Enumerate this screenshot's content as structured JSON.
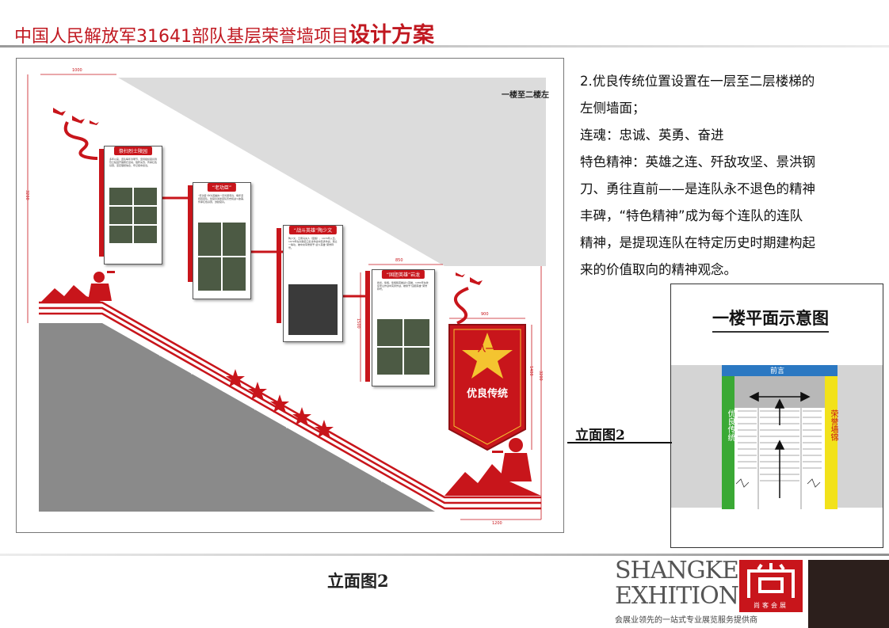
{
  "header": {
    "title_main": "中国人民解放军31641部队基层荣誉墙项目",
    "title_emph": "设计方案"
  },
  "elevation": {
    "location_label": "一楼至二楼左",
    "dimensions": {
      "top_width": "1000",
      "left_height": "3200",
      "bottom_width": "1200",
      "panel_width": "850",
      "panel_height": "1500",
      "banner_width": "900",
      "banner_height": "1400",
      "right_height": "3200"
    },
    "panels": [
      {
        "heading": "祭扫烈士陵园",
        "body": "多年以来，连队每年清明节，坚持组织官兵到烈士陵园开展祭扫活动，缅怀先烈，传承红色基因，坚定理想信念，牢记使命担当。"
      },
      {
        "heading": "“老功臣”",
        "body": "“老功臣”作为英雄的一员光荣老兵，每年坚持回连队，给官兵讲述连队历史和战斗故事，传承红色基因，激励官兵。"
      },
      {
        "heading": "“战斗英雄”陶少文",
        "body": "陶少文，云南马关人（苗族），1970年入伍，1979年在对越自卫反击作战中英勇作战，荣立一等功，被中央军委授予“战斗英雄”荣誉称号。"
      },
      {
        "heading": "“固胆英雄”岩龙",
        "body": "岩龙，傣族，傣族籍英雄战斗英雄，1984年在收复老山作战中英勇作战，被授予“固胆英雄”荣誉称号。"
      }
    ],
    "banner_text": "优良传统",
    "banner_emblem": "八一"
  },
  "description": {
    "lines": [
      "2.优良传统位置设置在一层至二层楼梯的",
      "左侧墙面；",
      "连魂：忠诚、英勇、奋进",
      "特色精神：英雄之连、歼敌攻坚、景洪钢",
      "刀、勇往直前——是连队永不退色的精神",
      "丰碑，“特色精神”成为每个连队的连队",
      "精神，是提现连队在特定历史时期建构起",
      "来的价值取向的精神观念。"
    ]
  },
  "plan": {
    "title": "一楼平面示意图",
    "top_label": "前言",
    "left_label": "优良传统",
    "right_label": "荣誉墙锦",
    "pointer_label": "立面图2"
  },
  "footer": {
    "caption": "立面图2",
    "logo_line1": "SHANGKE",
    "logo_line2": "EXHITION",
    "logo_sub": "尚客会展",
    "tagline": "会展业领先的一站式专业展览服务提供商"
  },
  "colors": {
    "accent_red": "#c8151b",
    "plan_green": "#3aa935",
    "plan_yellow": "#f2e21a",
    "plan_blue": "#2b78c2"
  }
}
